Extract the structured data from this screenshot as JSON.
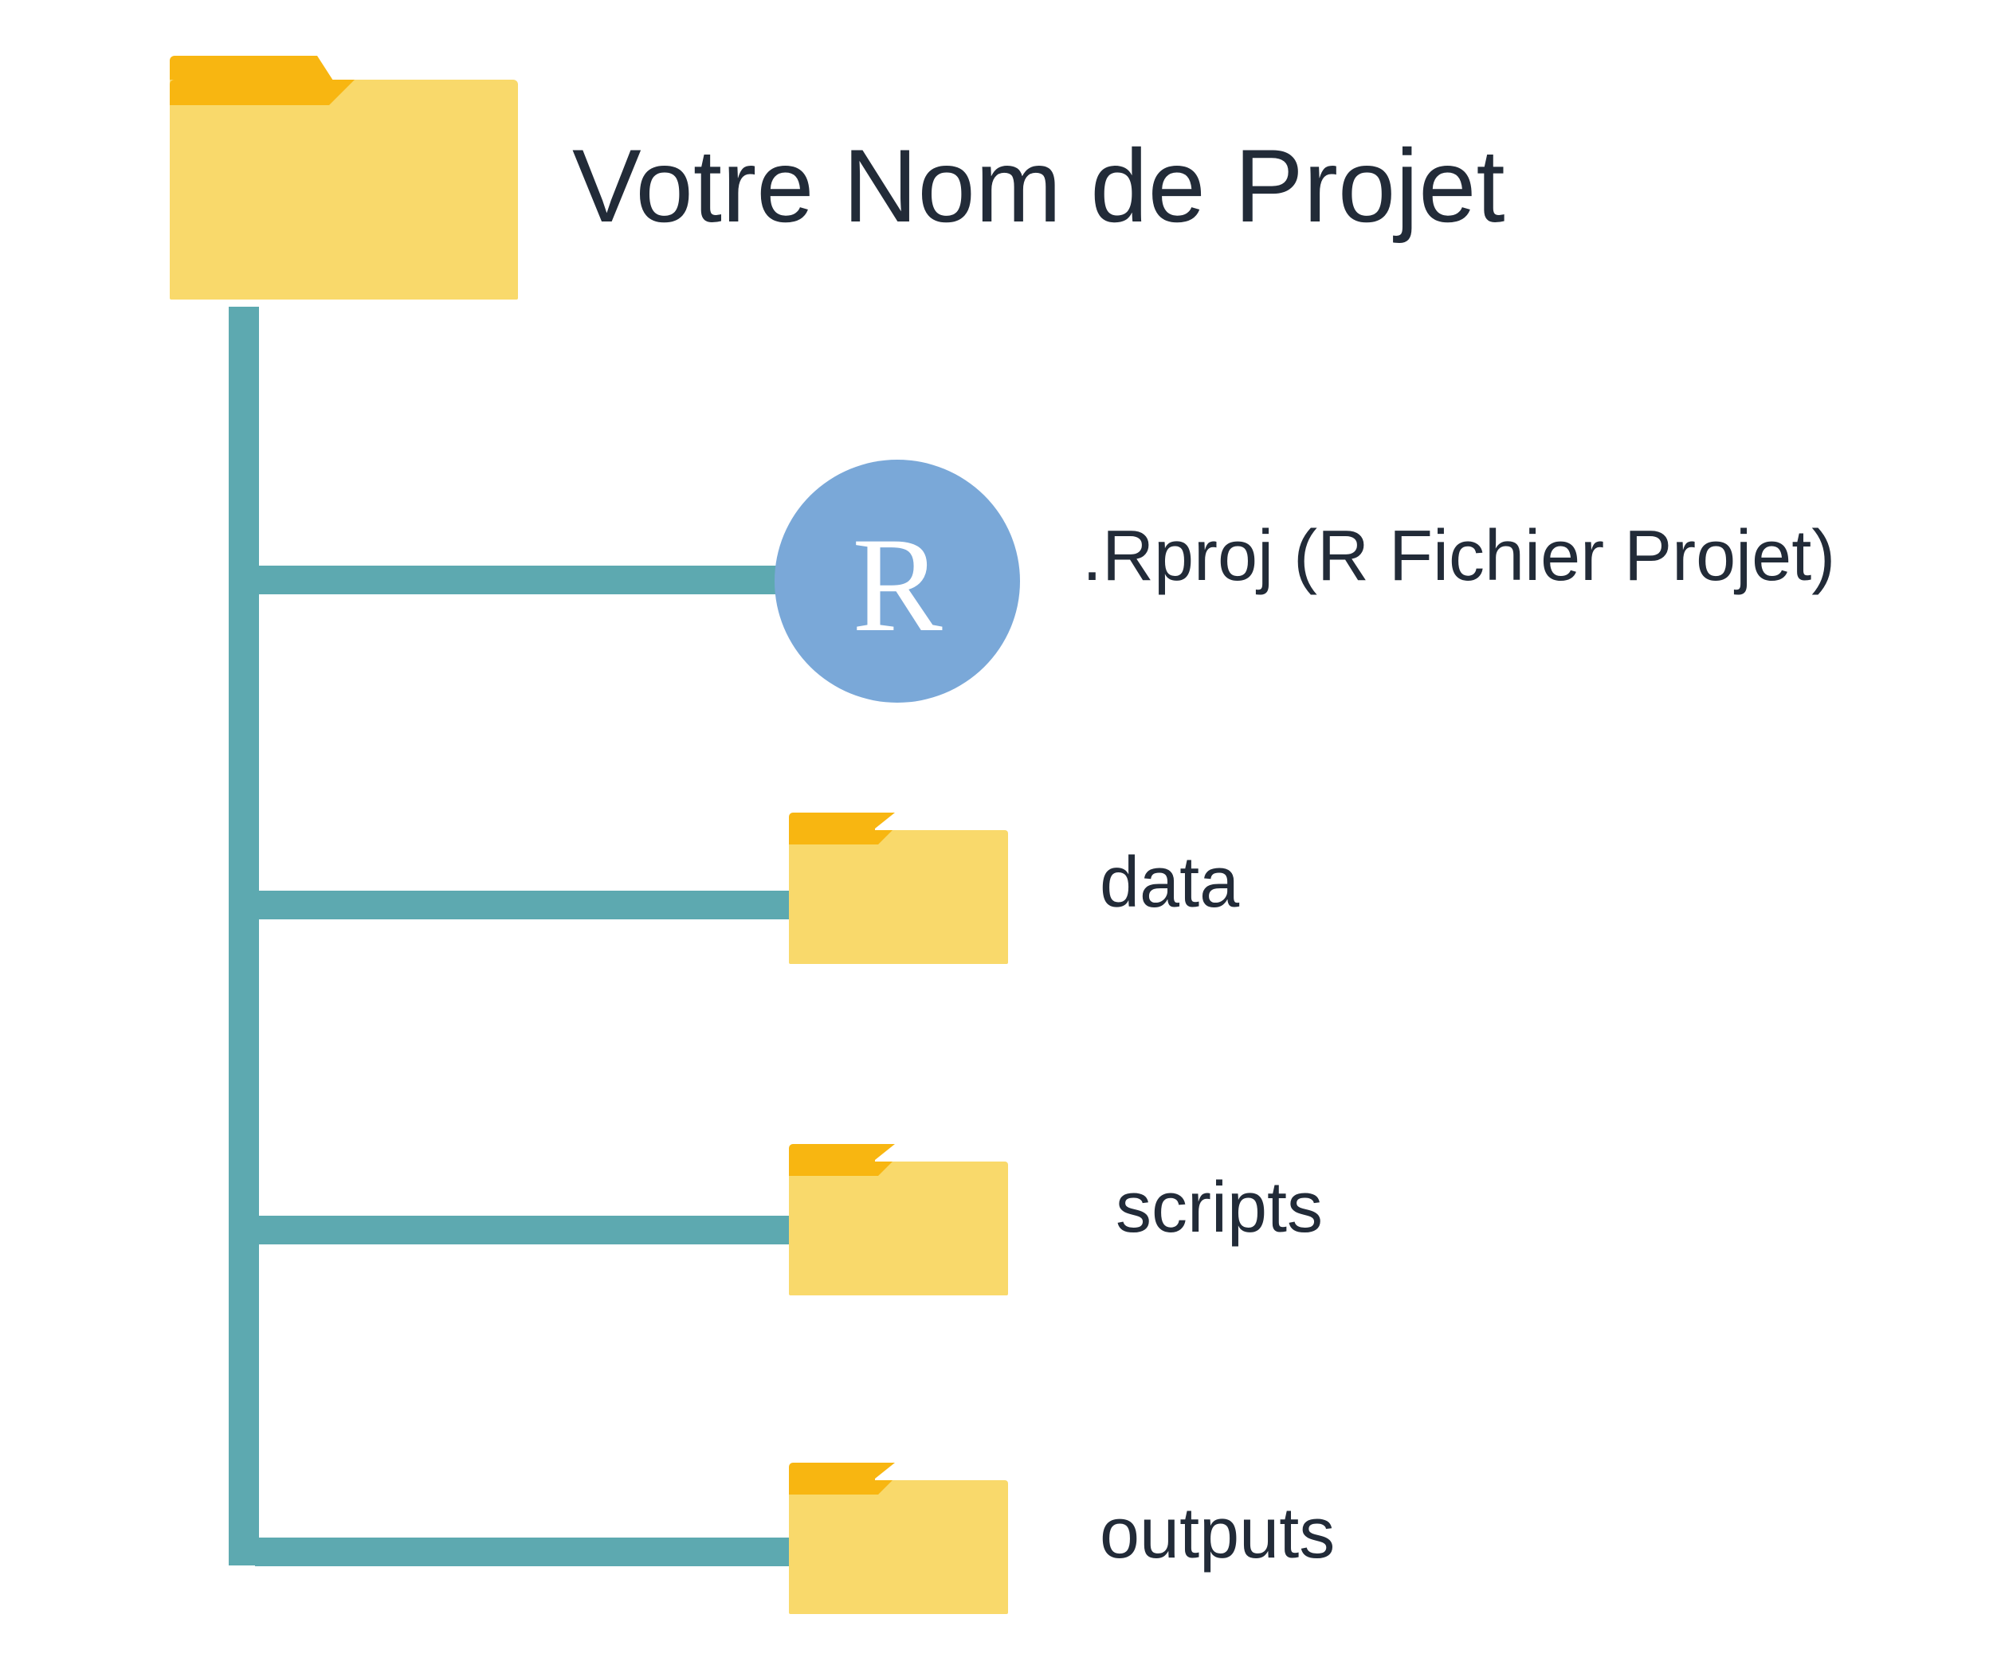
{
  "root": {
    "label": "Votre Nom de Projet",
    "icon": "folder-icon"
  },
  "items": [
    {
      "label": ".Rproj (R Fichier Projet)",
      "icon": "r-logo-icon",
      "logo_letter": "R"
    },
    {
      "label": "data",
      "icon": "folder-icon"
    },
    {
      "label": "scripts",
      "icon": "folder-icon"
    },
    {
      "label": "outputs",
      "icon": "folder-icon"
    }
  ],
  "colors": {
    "folder_body": "#f9d96b",
    "folder_tab": "#f8b611",
    "tree_line": "#5da9b0",
    "r_logo": "#7aa8d8",
    "text": "#222b38"
  }
}
